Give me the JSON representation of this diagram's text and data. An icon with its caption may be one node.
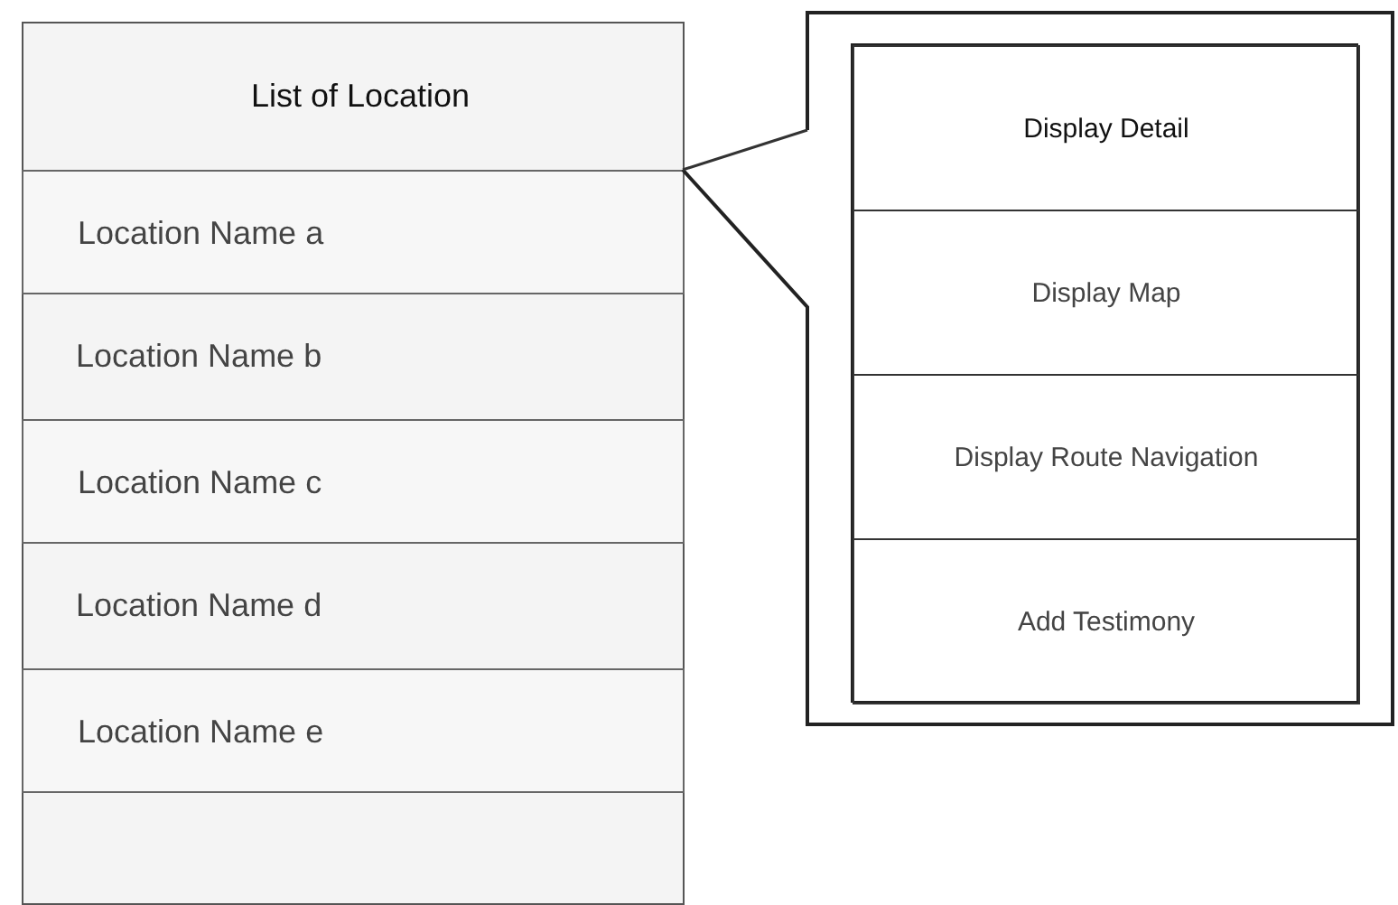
{
  "diagram": {
    "nodes": [
      {
        "text": [
          "List of Location"
        ]
      },
      {
        "text": [
          "Location Name a"
        ],
        "in": 0
      },
      {
        "text": [
          "Location Name b"
        ],
        "in": 0
      },
      {
        "text": [
          "Location Name c"
        ],
        "in": 0
      },
      {
        "text": [
          "Location Name d"
        ],
        "in": 0
      },
      {
        "text": [
          "Location Name e"
        ],
        "in": 0
      },
      {
        "text": [],
        "shape": "box"
      },
      {
        "text": [],
        "shape": "box",
        "in": 6
      },
      {
        "text": [
          "Display Detail"
        ],
        "in": 7
      },
      {
        "text": [
          "Display Map"
        ],
        "in": 7
      },
      {
        "text": [
          "Display Route Navigation"
        ],
        "in": 7
      },
      {
        "text": [
          "Add Testimony"
        ],
        "in": 7
      }
    ],
    "edges": [
      {
        "from": 6,
        "to": 1,
        "arrow": "none"
      }
    ]
  }
}
